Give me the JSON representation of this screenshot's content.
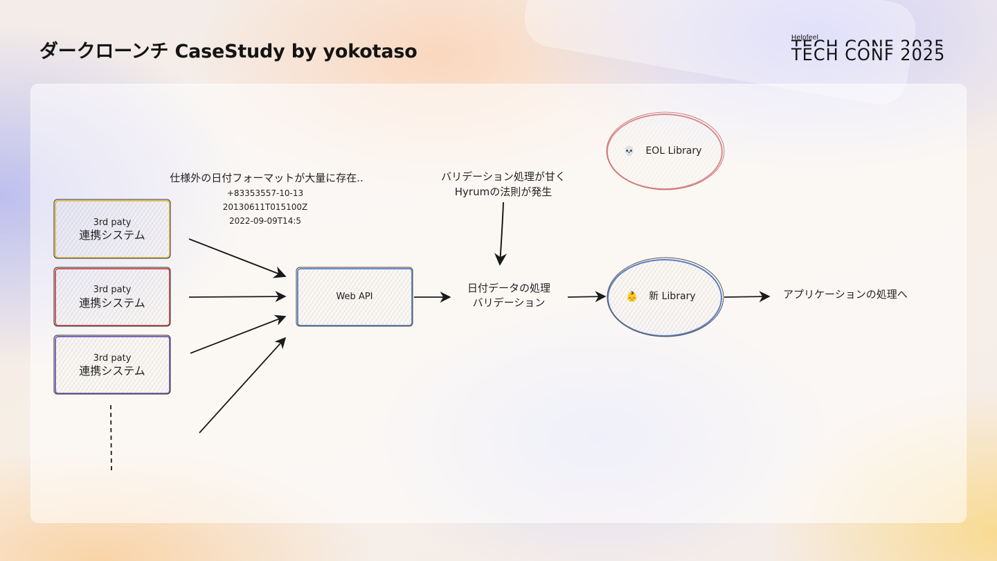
{
  "slide": {
    "title": "ダークローンチ CaseStudy by yokotaso"
  },
  "logo": {
    "brand": "Helpfeel",
    "name": "TECH CONF 2025"
  },
  "diagram": {
    "annotation_left": {
      "heading": "仕様外の日付フォーマットが大量に存在..",
      "examples": [
        "+83353557-10-13",
        "20130611T015100Z",
        "2022-09-09T14:5"
      ]
    },
    "annotation_top": {
      "line1": "バリデーション処理が甘く",
      "line2": "Hyrumの法則が発生"
    },
    "systems": [
      {
        "line1": "3rd paty",
        "line2": "連携システム",
        "color": "#e0c35a"
      },
      {
        "line1": "3rd paty",
        "line2": "連携システム",
        "color": "#cf5b5b"
      },
      {
        "line1": "3rd paty",
        "line2": "連携システム",
        "color": "#7b6bb8"
      }
    ],
    "web_api": "Web API",
    "date_processing": {
      "line1": "日付データの処理",
      "line2": "バリデーション"
    },
    "new_library": {
      "emoji": "👶",
      "label": "新 Library"
    },
    "eol_library": {
      "emoji": "💀",
      "label": "EOL Library"
    },
    "app_processing": "アプリケーションの処理へ",
    "colors": {
      "web_api_stroke": "#6b8cc7",
      "new_library_stroke": "#5b7fc0",
      "eol_library_stroke": "#d98b8b",
      "ink": "#1a1a1a"
    }
  }
}
